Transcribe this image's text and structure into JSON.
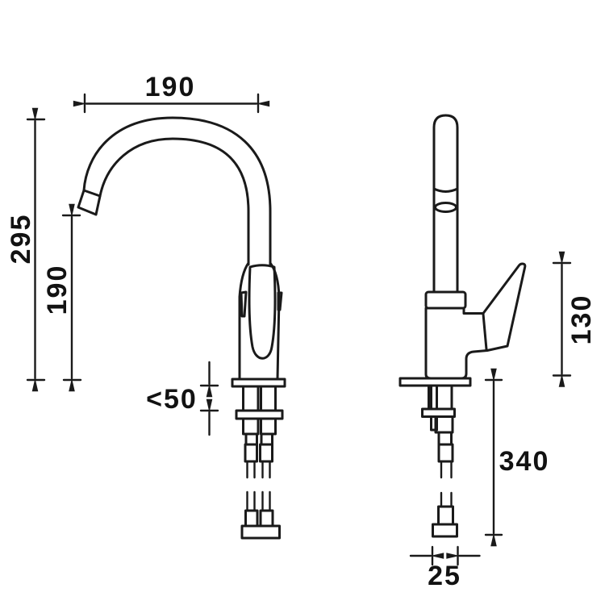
{
  "drawing": {
    "background": "#ffffff",
    "line_color": "#1a1a1a",
    "type": "faucet-installation-dimension-drawing"
  },
  "dimensions": {
    "spout_reach": "190",
    "spout_height": "295",
    "outlet_height": "190",
    "max_counter_thickness": "<50",
    "handle_height": "130",
    "hose_length": "340",
    "fitting_width": "25"
  }
}
